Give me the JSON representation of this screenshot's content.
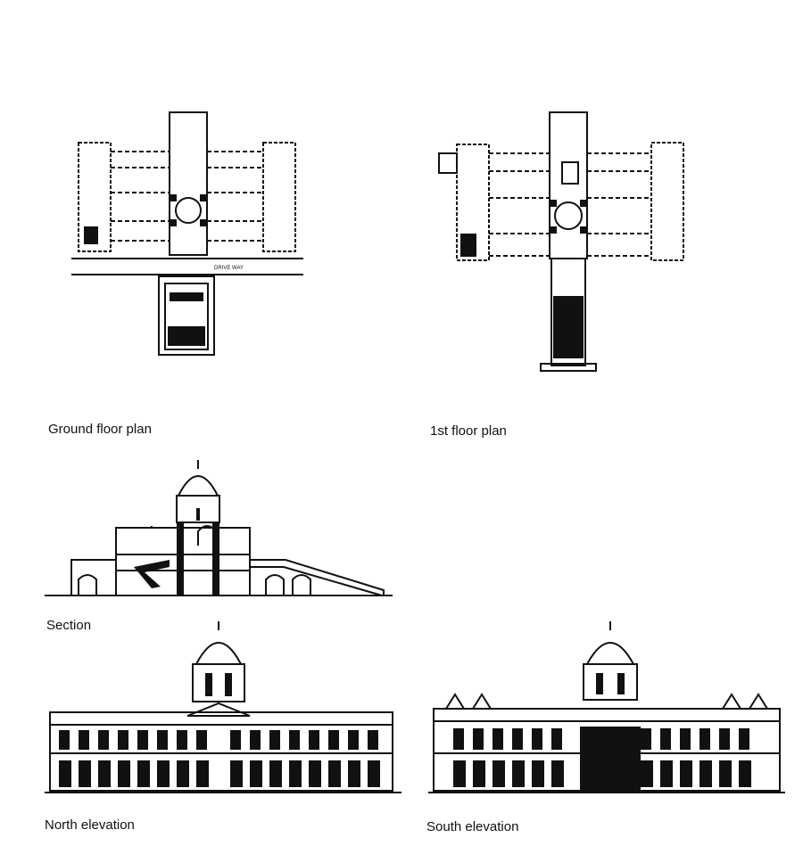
{
  "captions": {
    "ground_floor": "Ground floor plan",
    "first_floor": "1st floor plan",
    "section": "Section",
    "north": "North elevation",
    "south": "South elevation"
  },
  "plan_labels": {
    "driveway": "DRIVE WAY"
  }
}
